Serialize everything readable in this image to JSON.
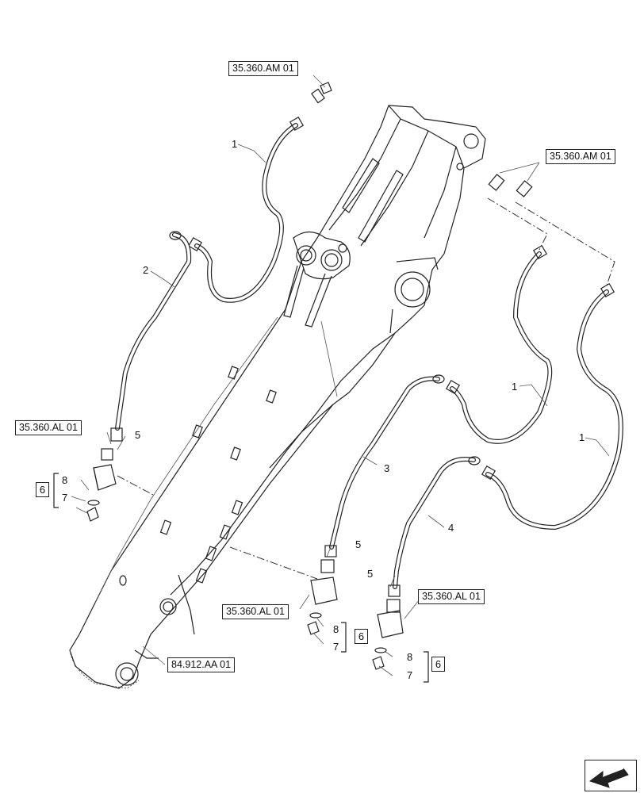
{
  "refs": {
    "r1": "35.360.AM 01",
    "r2": "35.360.AM 01",
    "r3": "35.360.AL 01",
    "r4": "35.360.AL 01",
    "r5": "35.360.AL 01",
    "r6": "84.912.AA 01"
  },
  "callouts": {
    "hose_a": "1",
    "hose_b": "1",
    "hose_c": "1",
    "tube_2": "2",
    "tube_3": "3",
    "tube_4": "4",
    "fit_left": "5",
    "fit_mid": "5",
    "fit_right": "5",
    "oring_left": "8",
    "oring_mid": "8",
    "oring_right": "8",
    "plug_left": "7",
    "plug_mid": "7",
    "plug_right": "7",
    "kit_left": "6",
    "kit_mid": "6",
    "kit_right": "6"
  },
  "icons": {
    "nav": "arrow-left-down-icon"
  }
}
